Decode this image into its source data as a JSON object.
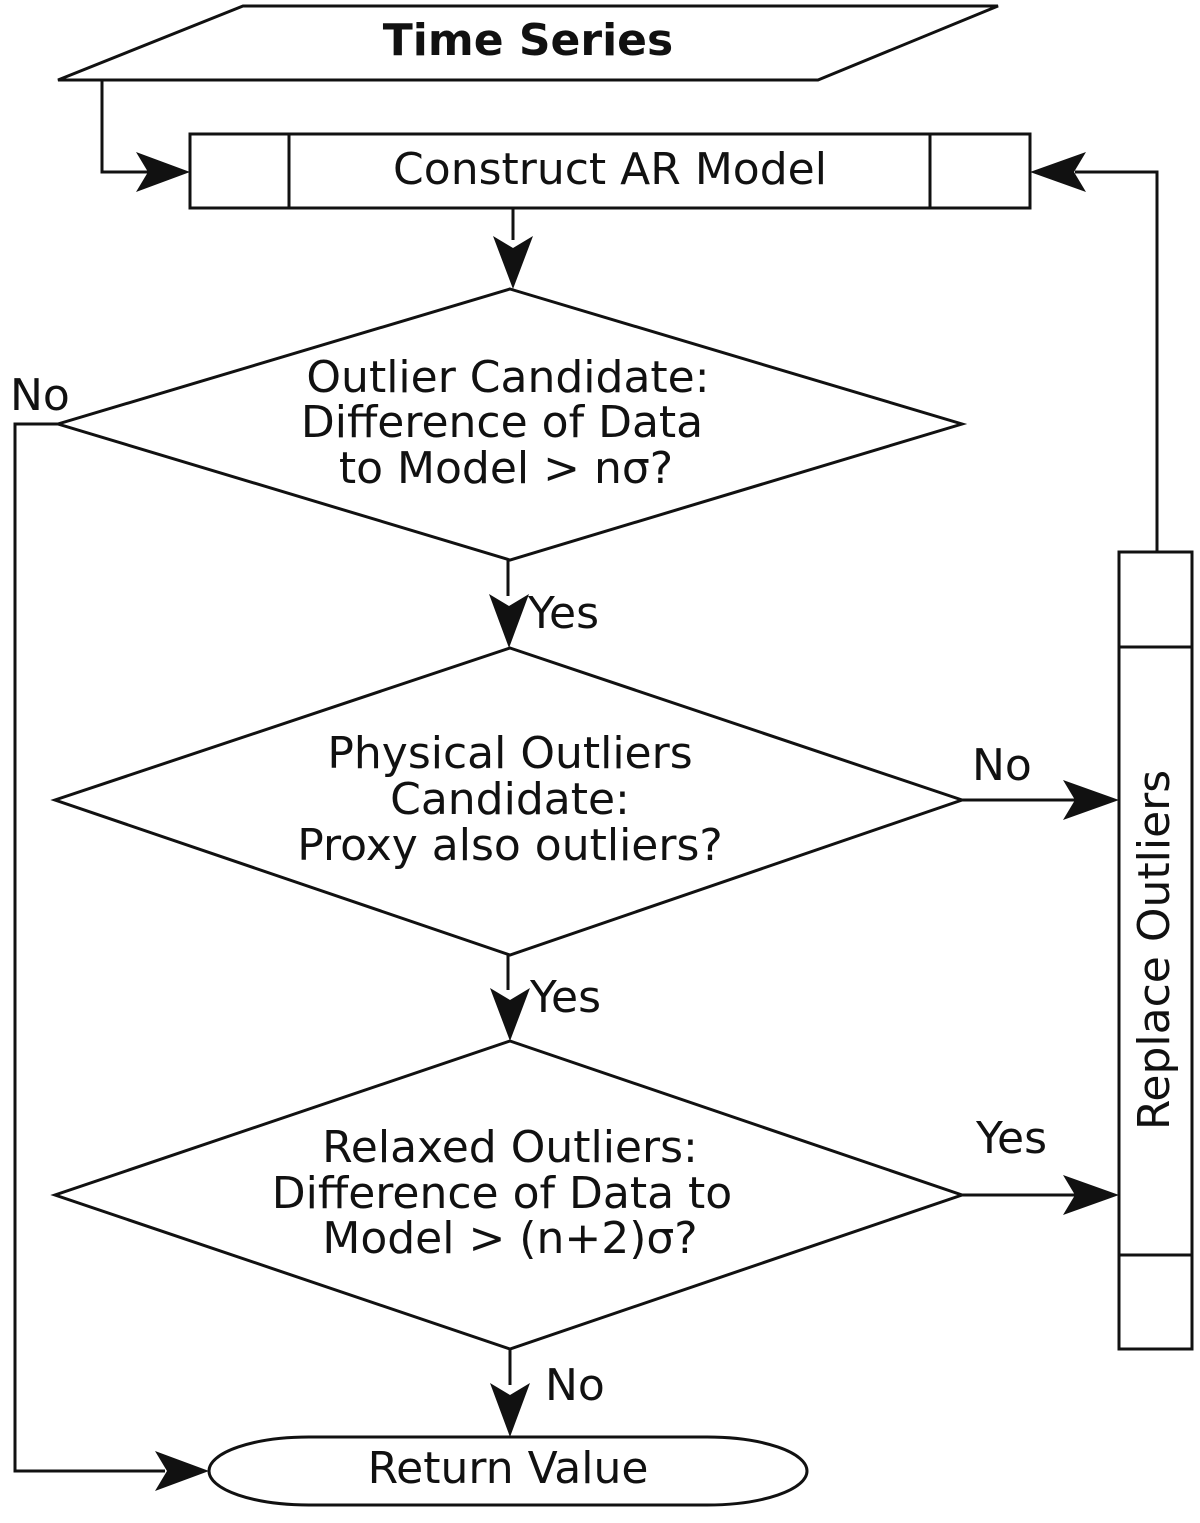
{
  "nodes": {
    "time_series": "Time Series",
    "construct_ar": "Construct AR Model",
    "outlier_candidate": [
      "Outlier Candidate:",
      "Difference of Data",
      "to Model > nσ?"
    ],
    "physical_outliers": [
      "Physical Outliers",
      "Candidate:",
      "Proxy also outliers?"
    ],
    "relaxed_outliers": [
      "Relaxed Outliers:",
      "Difference of Data  to",
      "Model > (n+2)σ?"
    ],
    "replace_outliers": "Replace Outliers",
    "return_value": "Return Value"
  },
  "edge_labels": {
    "outlier_no": "No",
    "outlier_yes": "Yes",
    "physical_no": "No",
    "physical_yes": "Yes",
    "relaxed_yes": "Yes",
    "relaxed_no": "No"
  },
  "colors": {
    "stroke": "#111111",
    "background": "#ffffff"
  }
}
